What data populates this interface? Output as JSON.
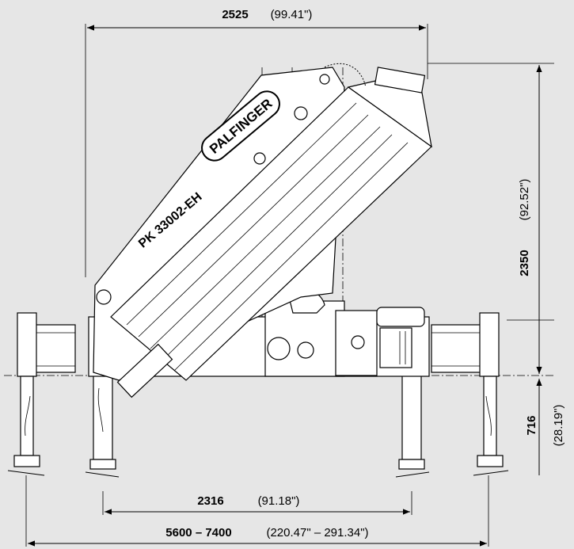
{
  "colors": {
    "background": "#e6e6e6",
    "line": "#000000",
    "part_fill": "#ffffff"
  },
  "crane": {
    "brand": "PALFINGER",
    "model": "PK 33002-EH"
  },
  "dimensions": {
    "top_width": {
      "value": "2525",
      "imperial": "(99.41\")"
    },
    "height": {
      "value": "2350",
      "imperial": "(92.52\")"
    },
    "ground_offset": {
      "value": "716",
      "imperial": "(28.19\")"
    },
    "inner_span": {
      "value": "2316",
      "imperial": "(91.18\")"
    },
    "outrigger_span": {
      "value": "5600 – 7400",
      "imperial": "(220.47\" – 291.34\")"
    }
  }
}
